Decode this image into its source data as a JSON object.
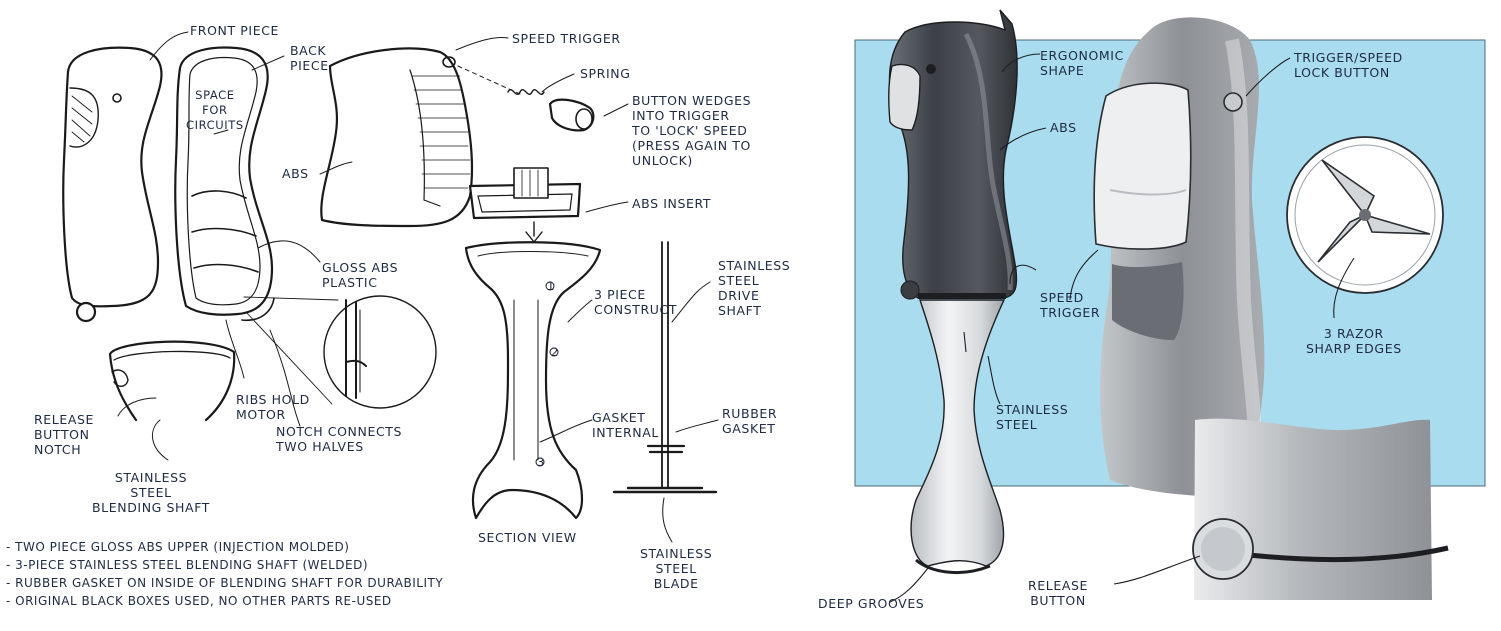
{
  "left_sheet": {
    "labels": {
      "front_piece": "FRONT PIECE",
      "back_piece": "BACK\nPIECE",
      "space_for_circuits": "SPACE\nFOR\nCIRCUITS",
      "gloss_abs_plastic": "GLOSS ABS\nPLASTIC",
      "release_button_notch": "RELEASE\nBUTTON\nNOTCH",
      "ribs_hold_motor": "RIBS HOLD\nMOTOR",
      "notch_connects": "NOTCH CONNECTS\nTWO HALVES",
      "stainless_blending_shaft": "STAINLESS\nSTEEL\nBLENDING SHAFT",
      "speed_trigger": "SPEED TRIGGER",
      "abs_trigger": "ABS",
      "spring": "SPRING",
      "button_wedges": "BUTTON WEDGES\nINTO TRIGGER\nTO 'LOCK' SPEED\n(PRESS AGAIN TO\nUNLOCK)",
      "abs_insert": "ABS INSERT",
      "three_piece": "3 PIECE\nCONSTRUCT",
      "gasket_internal": "GASKET\nINTERNAL",
      "section_view": "SECTION VIEW",
      "stainless_drive_shaft": "STAINLESS\nSTEEL\nDRIVE\nSHAFT",
      "rubber_gasket": "RUBBER\nGASKET",
      "stainless_blade": "STAINLESS\nSTEEL\nBLADE",
      "num_1": "1",
      "num_2": "2",
      "num_3": "3"
    },
    "notes": [
      "- TWO PIECE GLOSS ABS UPPER (INJECTION MOLDED)",
      "- 3-PIECE STAINLESS STEEL BLENDING SHAFT (WELDED)",
      "- RUBBER GASKET ON INSIDE OF BLENDING SHAFT FOR DURABILITY",
      "- ORIGINAL BLACK BOXES USED, NO OTHER PARTS RE-USED"
    ]
  },
  "right_sheet": {
    "labels": {
      "ergonomic_shape": "ERGONOMIC\nSHAPE",
      "abs": "ABS",
      "speed_trigger": "SPEED\nTRIGGER",
      "stainless_steel": "STAINLESS\nSTEEL",
      "deep_grooves": "DEEP GROOVES",
      "trigger_lock": "TRIGGER/SPEED\nLOCK BUTTON",
      "razor_edges": "3 RAZOR\nSHARP EDGES",
      "release_button": "RELEASE\nBUTTON"
    },
    "colors": {
      "background_blue": "#a9dcee",
      "handle_dark": "#4b4f55",
      "steel_light": "#e6e8ea",
      "ink": "#1f2a44"
    }
  }
}
